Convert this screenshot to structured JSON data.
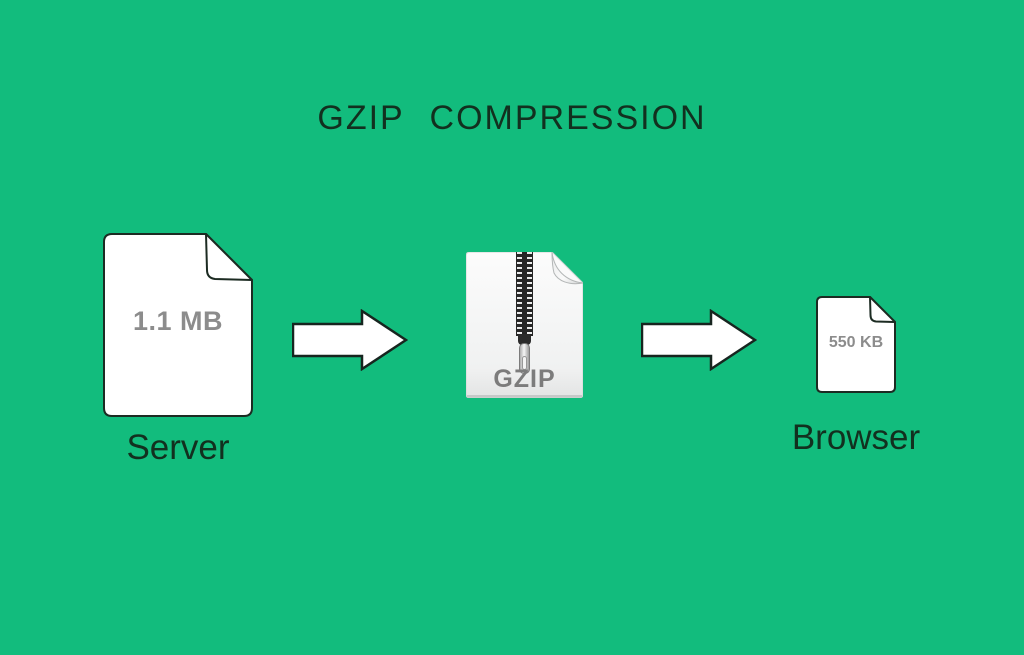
{
  "title": "GZIP COMPRESSION",
  "colors": {
    "background": "#12BC7D",
    "text_dark": "#12301F",
    "text_gray": "#8C8C8C",
    "outline_dark": "#1C2B22"
  },
  "flow": {
    "server": {
      "label": "Server",
      "file_size": "1.1 MB"
    },
    "gzip": {
      "label": "GZIP"
    },
    "browser": {
      "label": "Browser",
      "file_size": "550 KB"
    }
  },
  "icons": {
    "server_file": "document-icon",
    "arrow_left": "arrow-right-icon",
    "gzip_file": "zip-file-icon",
    "arrow_right": "arrow-right-icon",
    "browser_file": "document-icon"
  }
}
